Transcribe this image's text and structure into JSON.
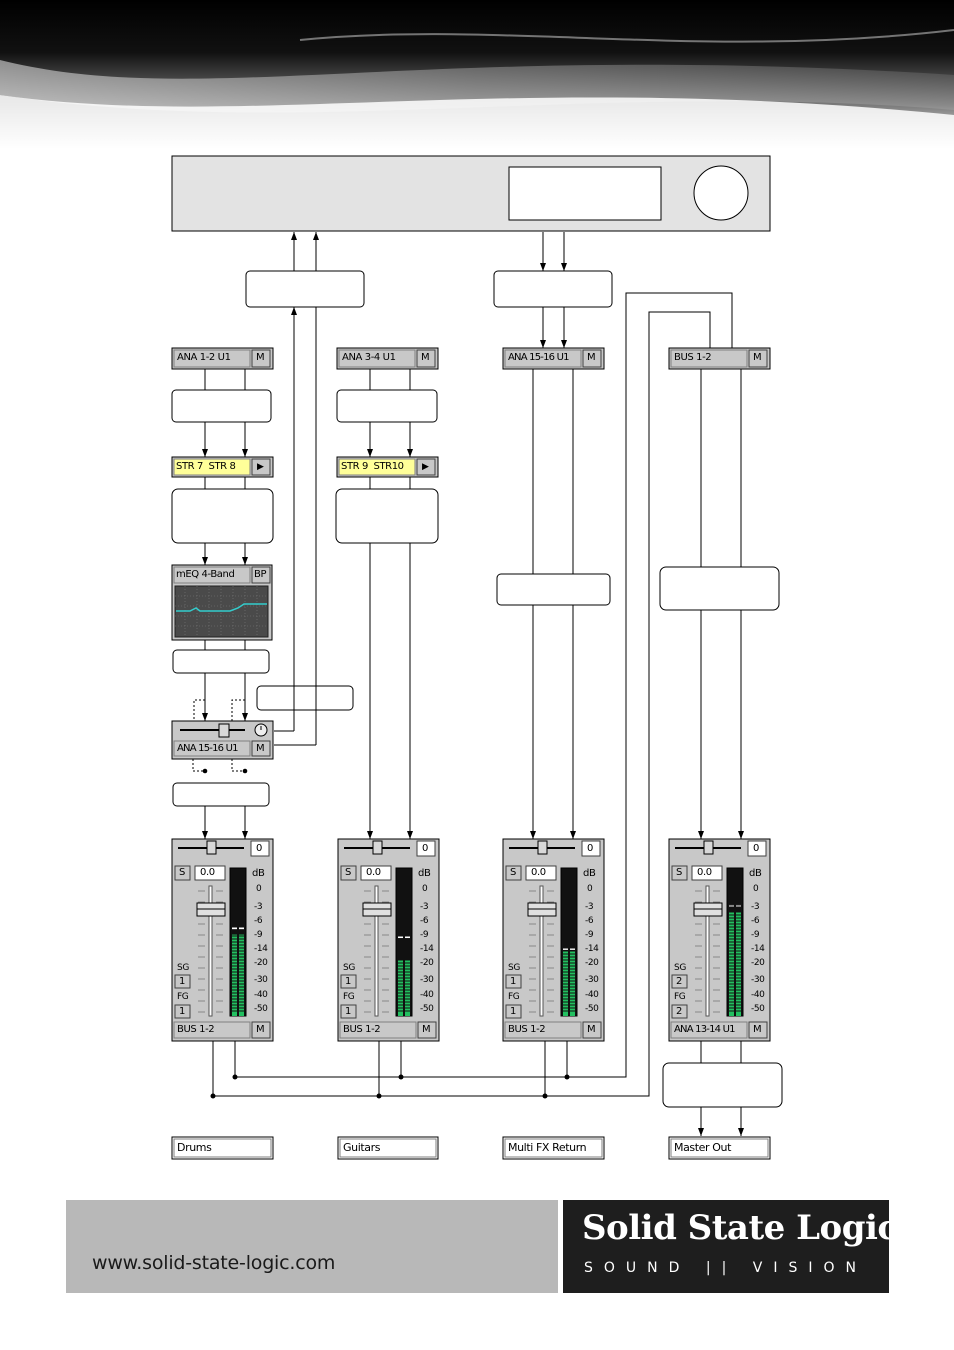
{
  "inserts": {
    "ch1_input": "ANA 1-2 U1",
    "ch2_input": "ANA 3-4 U1",
    "ch3_input": "ANA 15-16 U1",
    "ch4_input": "BUS 1-2",
    "ch1_stream": "STR 7  STR 8",
    "ch2_stream": "STR 9  STR10",
    "eq_name": "mEQ 4-Band",
    "eq_bypass": "BP",
    "send_output": "ANA 15-16 U1",
    "mute": "M",
    "arrow": "▶"
  },
  "strips": [
    {
      "solo": "S",
      "gain": "0.0",
      "pan": "0",
      "sg": "1",
      "fg": "1",
      "output": "BUS 1-2",
      "meter_level": 0.55,
      "peak_level": 0.58
    },
    {
      "solo": "S",
      "gain": "0.0",
      "pan": "0",
      "sg": "1",
      "fg": "1",
      "output": "BUS 1-2",
      "meter_level": 0.38,
      "peak_level": 0.52
    },
    {
      "solo": "S",
      "gain": "0.0",
      "pan": "0",
      "sg": "1",
      "fg": "1",
      "output": "BUS 1-2",
      "meter_level": 0.44,
      "peak_level": 0.44
    },
    {
      "solo": "S",
      "gain": "0.0",
      "pan": "0",
      "sg": "2",
      "fg": "2",
      "output": "ANA 13-14 U1",
      "meter_level": 0.7,
      "peak_level": 0.73
    }
  ],
  "strip_labels": {
    "sg": "SG",
    "fg": "FG",
    "db": "dB"
  },
  "meter_scale": [
    "0",
    "-3",
    "-6",
    "-9",
    "-14",
    "-20",
    "-30",
    "-40",
    "-50"
  ],
  "channel_names": [
    "Drums",
    "Guitars",
    "Multi FX Return",
    "Master Out"
  ],
  "footer": {
    "url": "www.solid-state-logic.com",
    "brand": "Solid State Logic",
    "tagline": "SOUND || VISION"
  },
  "colors": {
    "stream_yellow": "#ffff99",
    "meter_green": "#22c060",
    "eq_curve": "#33cccc",
    "footer_dark": "#1e1e1e",
    "footer_grey": "#b8b8b8",
    "panel_grey": "#c8c8c8"
  }
}
